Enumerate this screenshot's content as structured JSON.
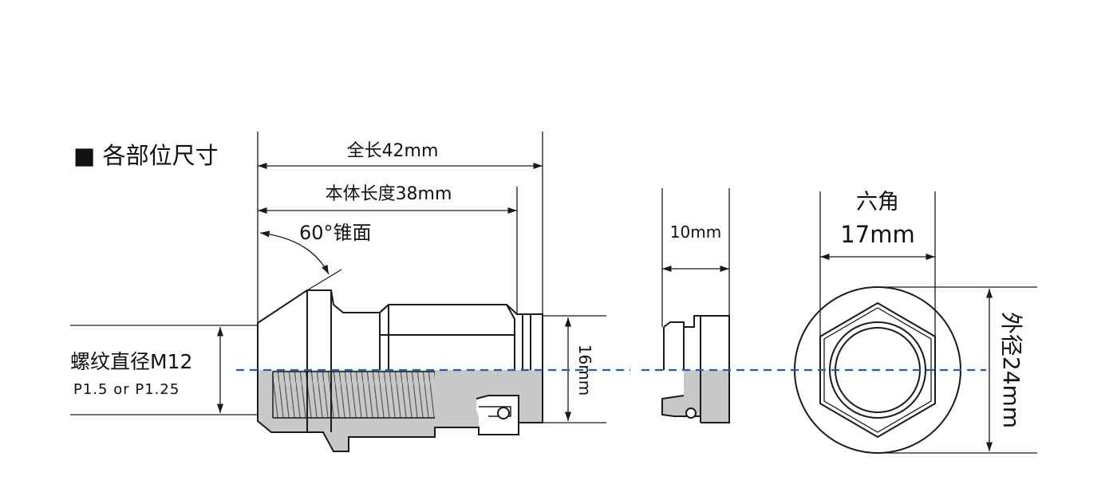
{
  "section_title": "■ 各部位尺寸",
  "labels": {
    "total_length": "全长42mm",
    "body_length": "本体长度38mm",
    "cone": "60°锥面",
    "thread_diameter": "螺纹直径M12",
    "thread_pitch": "P1.5 or P1.25",
    "bore": "16mm",
    "cap_width": "10mm",
    "hex_title": "六角",
    "hex_size": "17mm",
    "outer_diameter": "外径24mm"
  },
  "colors": {
    "line": "#1a1a1a",
    "section_fill": "#c8c8c8",
    "centerline": "#2f5aa8"
  }
}
